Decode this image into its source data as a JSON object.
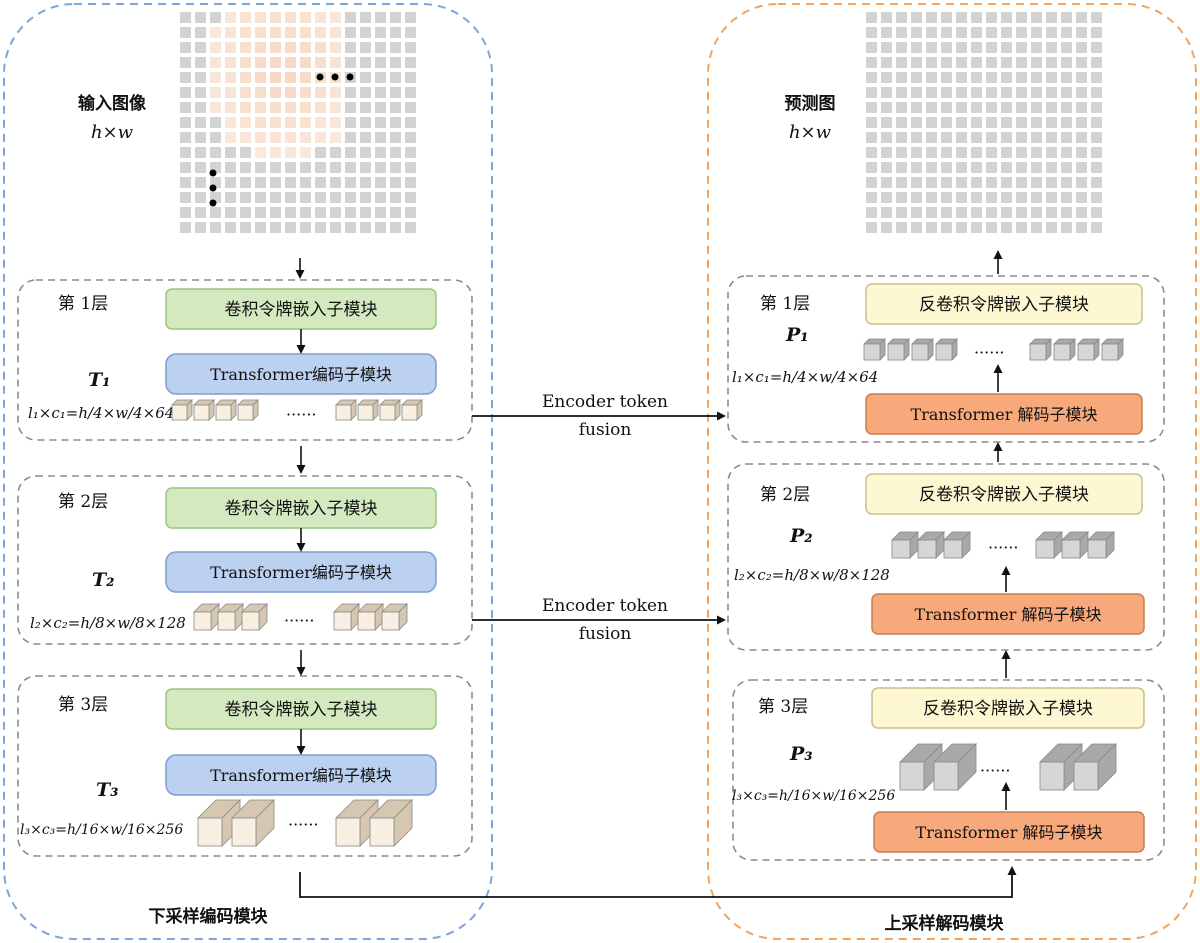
{
  "encoder": {
    "title": "下采样编码模块",
    "input_label": "输入图像",
    "input_dims": "h×w",
    "layers": [
      {
        "name": "第 1层",
        "embed_label": "卷积令牌嵌入子模块",
        "transformer_label": "Transformer编码子模块",
        "token_name": "T₁",
        "token_formula": "l₁×c₁=h/4×w/4×64"
      },
      {
        "name": "第 2层",
        "embed_label": "卷积令牌嵌入子模块",
        "transformer_label": "Transformer编码子模块",
        "token_name": "T₂",
        "token_formula": "l₂×c₂=h/8×w/8×128"
      },
      {
        "name": "第 3层",
        "embed_label": "卷积令牌嵌入子模块",
        "transformer_label": "Transformer编码子模块",
        "token_name": "T₃",
        "token_formula": "l₃×c₃=h/16×w/16×256"
      }
    ]
  },
  "decoder": {
    "title": "上采样解码模块",
    "output_label": "预测图",
    "output_dims": "h×w",
    "layers": [
      {
        "name": "第 1层",
        "embed_label": "反卷积令牌嵌入子模块",
        "transformer_label": "Transformer 解码子模块",
        "token_name": "P₁",
        "token_formula": "l₁×c₁=h/4×w/4×64"
      },
      {
        "name": "第 2层",
        "embed_label": "反卷积令牌嵌入子模块",
        "transformer_label": "Transformer 解码子模块",
        "token_name": "P₂",
        "token_formula": "l₂×c₂=h/8×w/8×128"
      },
      {
        "name": "第 3层",
        "embed_label": "反卷积令牌嵌入子模块",
        "transformer_label": "Transformer 解码子模块",
        "token_name": "P₃",
        "token_formula": "l₃×c₃=h/16×w/16×256"
      }
    ]
  },
  "fusion": [
    {
      "line1": "Encoder token",
      "line2": "fusion"
    },
    {
      "line1": "Encoder token",
      "line2": "fusion"
    }
  ],
  "ellipsis": "······",
  "colors": {
    "encoder_border": "#7ea4dc",
    "decoder_border": "#f0a55f",
    "layer_border": "#8c8c8c",
    "embed_fill": "#d3eac1",
    "embed_stroke": "#9cc47b",
    "enc_transformer_fill": "#bcd0f0",
    "enc_transformer_stroke": "#7f9ed3",
    "dec_embed_fill": "#fdf7d2",
    "dec_embed_stroke": "#c8c08a",
    "dec_transformer_fill": "#f7a97c",
    "dec_transformer_stroke": "#c97d52",
    "grid_gray": "#d3d3d3",
    "grid_tint": "#f6d6c0",
    "enc_token_front": "#f7f0e2",
    "enc_token_side": "#d6c8b0",
    "dec_token_front": "#d6d6d6",
    "dec_token_side": "#a9a9a9"
  }
}
